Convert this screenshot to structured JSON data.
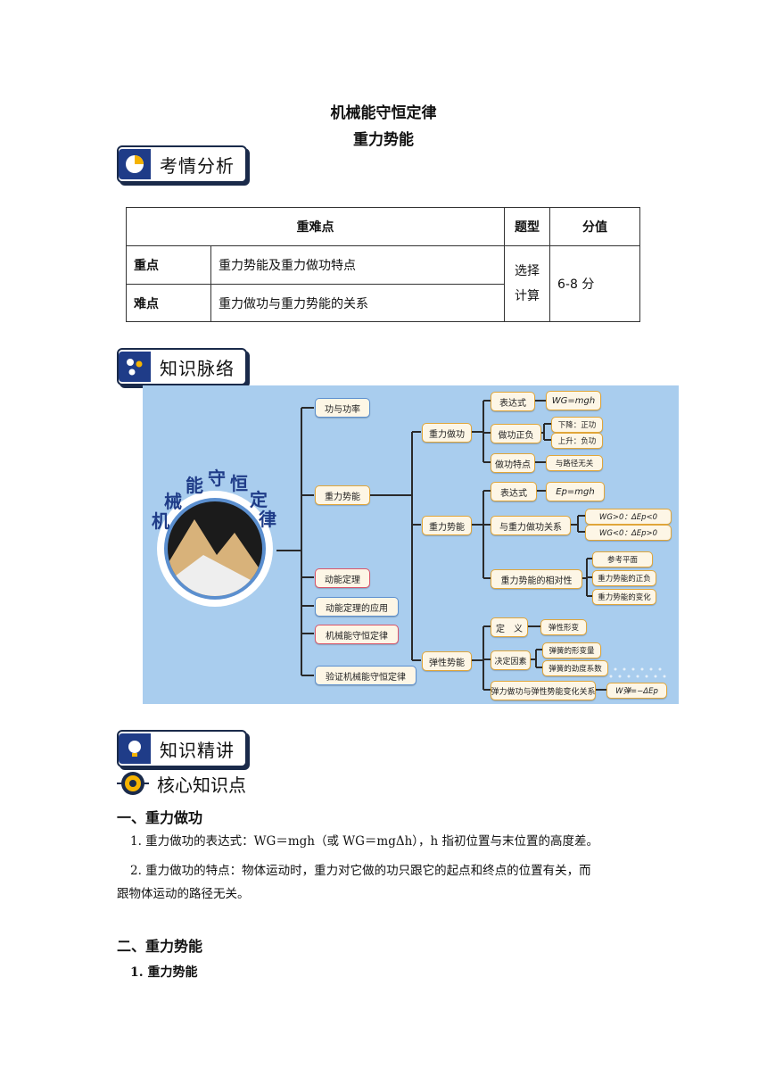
{
  "doc": {
    "title": "机械能守恒定律",
    "subtitle": "重力势能"
  },
  "badges": {
    "exam": "考情分析",
    "knowledge_map": "知识脉络",
    "knowledge_lecture": "知识精讲",
    "core": "核心知识点"
  },
  "table": {
    "headers": [
      "重难点",
      "题型",
      "分值"
    ],
    "rows": [
      {
        "label": "重点",
        "content": "重力势能及重力做功特点"
      },
      {
        "label": "难点",
        "content": "重力做功与重力势能的关系"
      }
    ],
    "question_type": [
      "选择",
      "计算"
    ],
    "score": "6-8 分"
  },
  "mindmap": {
    "center": [
      "机",
      "械",
      "能",
      "守",
      "恒",
      "定",
      "律"
    ],
    "level1": [
      "功与功率",
      "重力势能",
      "动能定理",
      "动能定理的应用",
      "机械能守恒定律",
      "验证机械能守恒定律"
    ],
    "gravity_work": "重力做功",
    "gw_items": [
      "表达式",
      "做功正负",
      "做功特点"
    ],
    "gw_expr": "WG=mgh",
    "gw_signs": [
      "下降：正功",
      "上升：负功"
    ],
    "gw_feature": "与路径无关",
    "gpe": "重力势能",
    "gpe_items": [
      "表达式",
      "与重力做功关系",
      "重力势能的相对性"
    ],
    "gpe_expr": "Ep=mgh",
    "gpe_rel": [
      "WG>0：ΔEp<0",
      "WG<0：ΔEp>0"
    ],
    "gpe_relative": [
      "参考平面",
      "重力势能的正负",
      "重力势能的变化"
    ],
    "epe": "弹性势能",
    "epe_items": [
      "定　义",
      "决定因素",
      "弹力做功与弹性势能变化关系"
    ],
    "epe_def": "弹性形变",
    "epe_factors": [
      "弹簧的形变量",
      "弹簧的劲度系数"
    ],
    "epe_rel": "W弹=−ΔEp"
  },
  "sections": {
    "s1_title": "一、重力做功",
    "s1_p1": "1. 重力做功的表达式：WG＝mgh（或 WG＝mgΔh），h 指初位置与末位置的高度差。",
    "s1_p2a": "2. 重力做功的特点：物体运动时，重力对它做的功只跟它的起点和终点的位置有关，而",
    "s1_p2b": "跟物体运动的路径无关。",
    "s2_title": "二、重力势能",
    "s2_sub": "1. 重力势能"
  }
}
